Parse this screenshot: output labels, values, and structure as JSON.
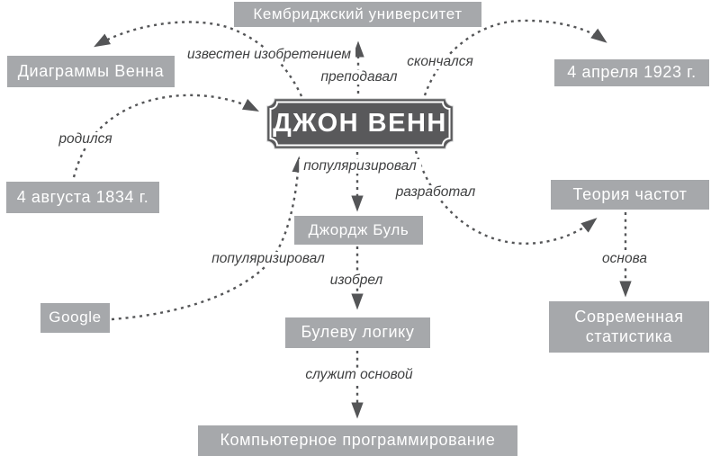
{
  "diagram": {
    "center_node": {
      "id": "john-venn",
      "label": "ДЖОН ВЕНН"
    },
    "nodes": [
      {
        "id": "cambridge-university",
        "label": "Кембриджский университет"
      },
      {
        "id": "venn-diagrams",
        "label": "Диаграммы Венна"
      },
      {
        "id": "death-date",
        "label": "4 апреля 1923 г."
      },
      {
        "id": "birth-date",
        "label": "4 августа 1834 г."
      },
      {
        "id": "frequency-theory",
        "label": "Теория частот"
      },
      {
        "id": "george-boole",
        "label": "Джордж Буль"
      },
      {
        "id": "google",
        "label": "Google"
      },
      {
        "id": "modern-statistics",
        "label": "Современная статистика"
      },
      {
        "id": "boolean-logic",
        "label": "Булеву логику"
      },
      {
        "id": "computer-programming",
        "label": "Компьютерное программирование"
      }
    ],
    "edges": [
      {
        "from": "john-venn",
        "to": "cambridge-university",
        "label": "преподавал"
      },
      {
        "from": "john-venn",
        "to": "venn-diagrams",
        "label": "известен изобретением"
      },
      {
        "from": "john-venn",
        "to": "death-date",
        "label": "скончался"
      },
      {
        "from": "birth-date",
        "to": "john-venn",
        "label": "родился"
      },
      {
        "from": "google",
        "to": "john-venn",
        "label": "популяризировал"
      },
      {
        "from": "john-venn",
        "to": "george-boole",
        "label": "популяризировал"
      },
      {
        "from": "john-venn",
        "to": "frequency-theory",
        "label": "разработал"
      },
      {
        "from": "george-boole",
        "to": "boolean-logic",
        "label": "изобрел"
      },
      {
        "from": "frequency-theory",
        "to": "modern-statistics",
        "label": "основа"
      },
      {
        "from": "boolean-logic",
        "to": "computer-programming",
        "label": "служит основой"
      }
    ],
    "colors": {
      "node_background": "#a6a8ab",
      "node_text": "#ffffff",
      "plaque_background": "#59595b",
      "plaque_inner_border": "#ffffff",
      "connector": "#545557",
      "edge_label_text": "#3f4041",
      "background": "#ffffff"
    }
  }
}
